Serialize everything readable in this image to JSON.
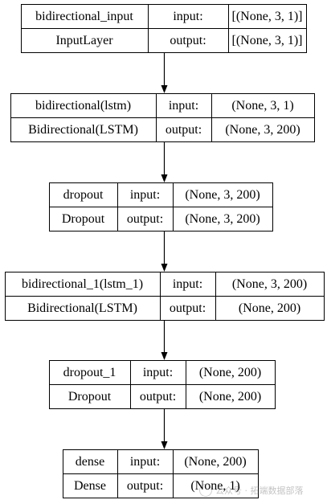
{
  "nodes": [
    {
      "name": "bidirectional_input",
      "type": "InputLayer",
      "input_label": "input:",
      "output_label": "output:",
      "input_shape": "[(None, 3, 1)]",
      "output_shape": "[(None, 3, 1)]"
    },
    {
      "name": "bidirectional(lstm)",
      "type": "Bidirectional(LSTM)",
      "input_label": "input:",
      "output_label": "output:",
      "input_shape": "(None, 3, 1)",
      "output_shape": "(None, 3, 200)"
    },
    {
      "name": "dropout",
      "type": "Dropout",
      "input_label": "input:",
      "output_label": "output:",
      "input_shape": "(None, 3, 200)",
      "output_shape": "(None, 3, 200)"
    },
    {
      "name": "bidirectional_1(lstm_1)",
      "type": "Bidirectional(LSTM)",
      "input_label": "input:",
      "output_label": "output:",
      "input_shape": "(None, 3, 200)",
      "output_shape": "(None, 200)"
    },
    {
      "name": "dropout_1",
      "type": "Dropout",
      "input_label": "input:",
      "output_label": "output:",
      "input_shape": "(None, 200)",
      "output_shape": "(None, 200)"
    },
    {
      "name": "dense",
      "type": "Dense",
      "input_label": "input:",
      "output_label": "output:",
      "input_shape": "(None, 200)",
      "output_shape": "(None, 1)"
    }
  ],
  "edges": [
    {
      "from": 0,
      "to": 1
    },
    {
      "from": 1,
      "to": 2
    },
    {
      "from": 2,
      "to": 3
    },
    {
      "from": 3,
      "to": 4
    },
    {
      "from": 4,
      "to": 5
    }
  ],
  "watermark": {
    "text": "公众号 · 拓端数据部落"
  }
}
